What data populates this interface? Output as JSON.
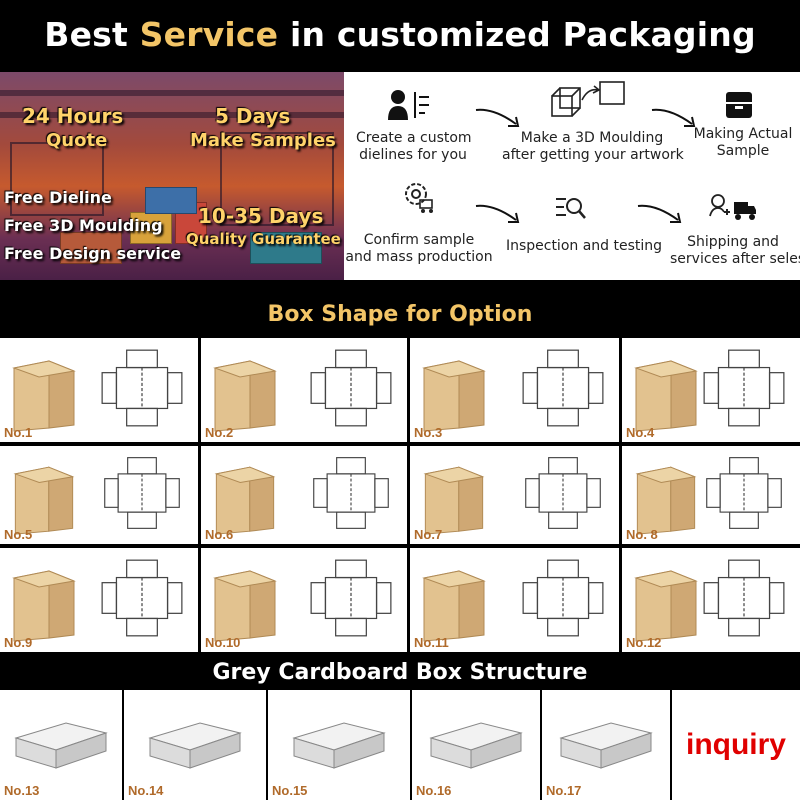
{
  "header": {
    "title_part1": "Best ",
    "title_accent": "Service",
    "title_part2": " in customized Packaging",
    "accent_color": "#f3c567"
  },
  "hero": {
    "line1a": "24 Hours",
    "line1b": "Quote",
    "line2a": "5 Days",
    "line2b": "Make Samples",
    "line3": "Free  Dieline",
    "line4": "Free  3D Moulding",
    "line5": "Free  Design service",
    "line6a": "10-35 Days",
    "line6b": "Quality Guarantee"
  },
  "process": {
    "steps": [
      {
        "line1": "Create a custom",
        "line2": "dielines for you",
        "icon": "designer-icon"
      },
      {
        "line1": "Make a 3D Moulding",
        "line2": "after getting your artwork",
        "icon": "3d-box-icon"
      },
      {
        "line1": "Making Actual",
        "line2": "Sample",
        "icon": "sample-box-icon"
      },
      {
        "line1": "Confirm sample",
        "line2": "and mass production",
        "icon": "gear-truck-icon"
      },
      {
        "line1": "Inspection and testing",
        "line2": "",
        "icon": "magnifier-icon"
      },
      {
        "line1": "Shipping and",
        "line2": "services after seles",
        "icon": "delivery-icon"
      }
    ]
  },
  "box_shape": {
    "title": "Box Shape for Option",
    "title_color": "#f3c567",
    "items": [
      "No.1",
      "No.2",
      "No.3",
      "No.4",
      "No.5",
      "No.6",
      "No.7",
      "No. 8",
      "No.9",
      "No.10",
      "No.11",
      "No.12"
    ]
  },
  "grey": {
    "title": "Grey Cardboard Box Structure",
    "items": [
      "No.13",
      "No.14",
      "No.15",
      "No.16",
      "No.17"
    ]
  },
  "inquiry": {
    "label": "inquiry",
    "color": "#e00000"
  }
}
